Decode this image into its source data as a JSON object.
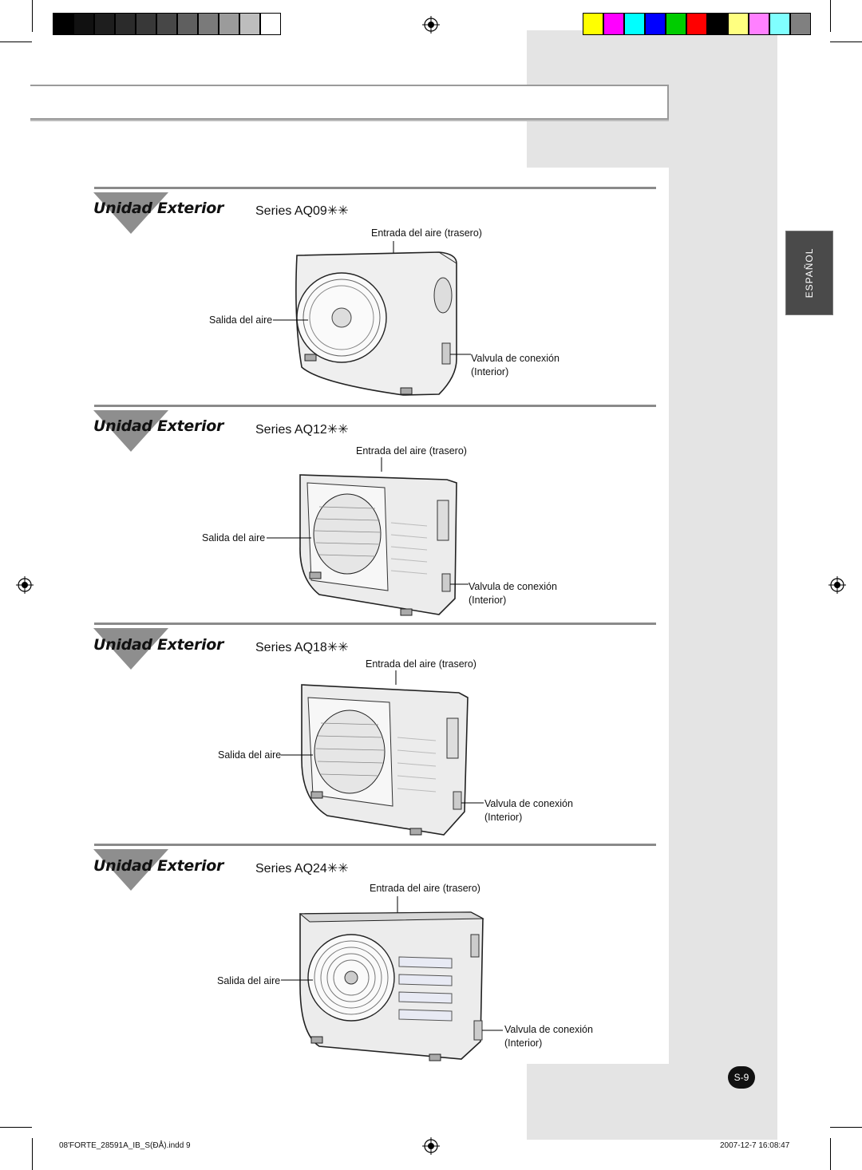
{
  "swatches_gray": [
    "#000000",
    "#111111",
    "#1e1e1e",
    "#2b2b2b",
    "#383838",
    "#474747",
    "#5f5f5f",
    "#7a7a7a",
    "#9b9b9b",
    "#bdbdbd",
    "#ffffff"
  ],
  "swatches_color": [
    "#ffff00",
    "#ff00ff",
    "#00ffff",
    "#0000ff",
    "#00cc00",
    "#ff0000",
    "#000000",
    "#ffff80",
    "#ff80ff",
    "#80ffff",
    "#808080"
  ],
  "language_tab": "ESPAÑOL",
  "sections": [
    {
      "title": "Unidad Exterior",
      "series": "Series AQ09✳✳",
      "air_in": "Entrada del aire (trasero)",
      "air_out": "Salida del aire",
      "valve_line1": "Valvula de conexión",
      "valve_line2": "(Interior)"
    },
    {
      "title": "Unidad Exterior",
      "series": "Series AQ12✳✳",
      "air_in": "Entrada del aire (trasero)",
      "air_out": "Salida del aire",
      "valve_line1": "Valvula de conexión",
      "valve_line2": "(Interior)"
    },
    {
      "title": "Unidad Exterior",
      "series": "Series AQ18✳✳",
      "air_in": "Entrada del aire (trasero)",
      "air_out": "Salida del aire",
      "valve_line1": "Valvula de conexión",
      "valve_line2": "(Interior)"
    },
    {
      "title": "Unidad Exterior",
      "series": "Series AQ24✳✳",
      "air_in": "Entrada del aire (trasero)",
      "air_out": "Salida del aire",
      "valve_line1": "Valvula de conexión",
      "valve_line2": "(Interior)"
    }
  ],
  "page_number": "S-9",
  "footer": {
    "file": "08'FORTE_28591A_IB_S(ĐÅ).indd   9",
    "timestamp": "2007-12-7   16:08:47"
  }
}
